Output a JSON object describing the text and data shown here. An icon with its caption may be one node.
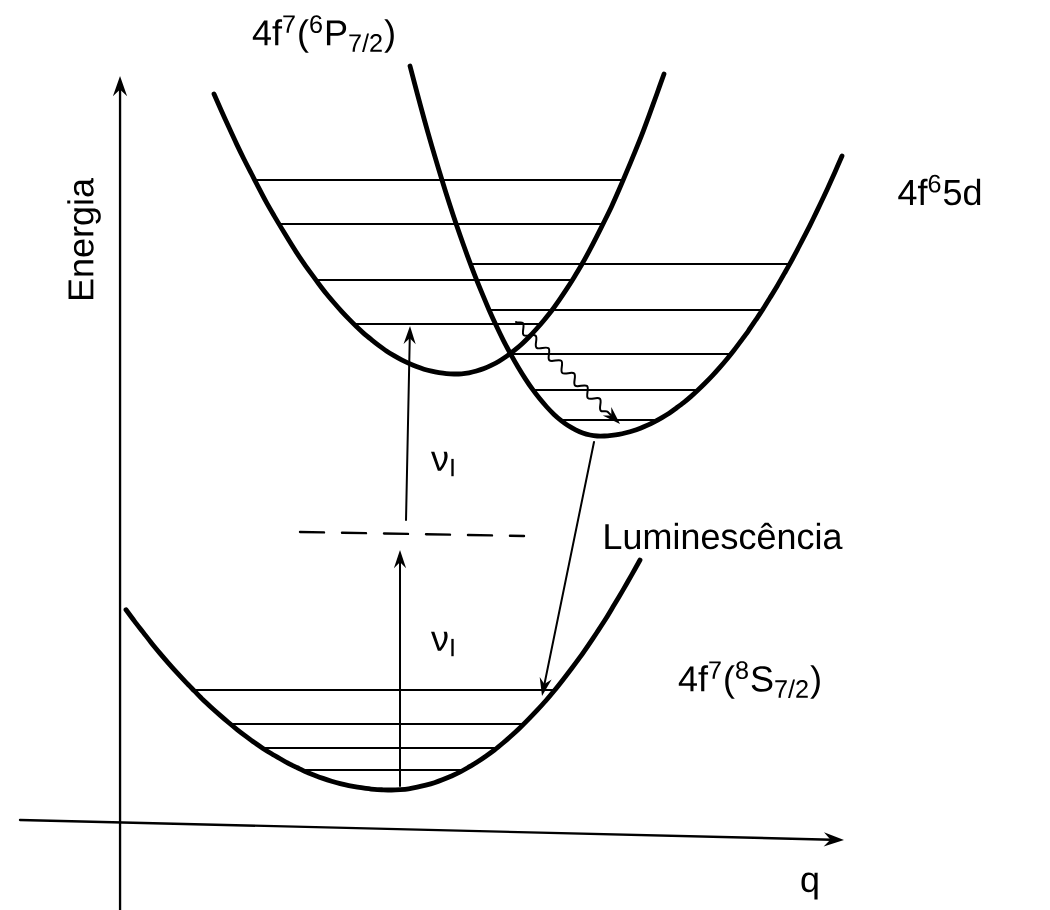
{
  "diagram": {
    "nodes": [
      {
        "text": [
          "4f$^{7}$($^{6}$P$_{7/2}$)"
        ]
      },
      {
        "text": [
          "4f$^{6}$5d"
        ]
      },
      {
        "text": [],
        "shape": "line"
      },
      {
        "text": [
          "4f$^{7}$($^{8}$S$_{7/2}$)"
        ]
      }
    ],
    "edges": [
      {
        "from": 3,
        "to": 2,
        "arrow": "to",
        "label": "ν$_{I}$"
      },
      {
        "from": 2,
        "to": 0,
        "arrow": "to",
        "label": "ν$_{I}$"
      },
      {
        "from": 0,
        "to": 1,
        "arrow": "to"
      },
      {
        "from": 1,
        "to": 3,
        "arrow": "to",
        "label": "Luminescência"
      }
    ],
    "labels": [
      "Energia",
      "q"
    ]
  }
}
